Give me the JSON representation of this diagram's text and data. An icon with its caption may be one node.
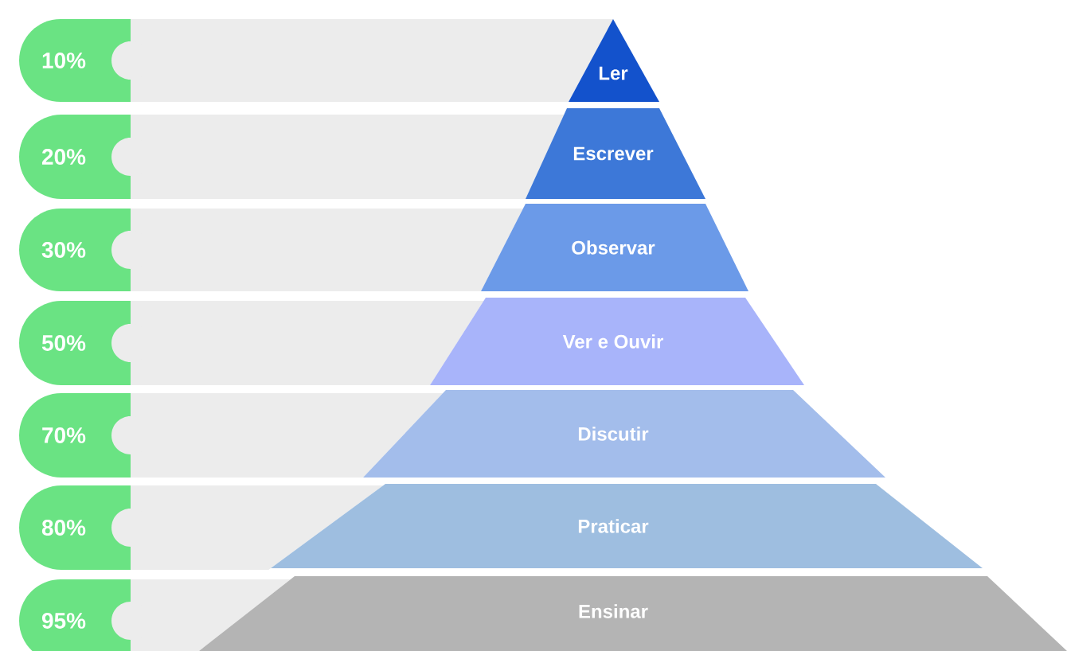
{
  "diagram": {
    "nodes": [
      {
        "text": [
          "10%"
        ]
      },
      {
        "text": [
          "Ler"
        ]
      },
      {
        "text": [
          "20%"
        ]
      },
      {
        "text": [
          "Escrever"
        ]
      },
      {
        "text": [
          "30%"
        ]
      },
      {
        "text": [
          "Observar"
        ]
      },
      {
        "text": [
          "50%"
        ]
      },
      {
        "text": [
          "Ver e Ouvir"
        ]
      },
      {
        "text": [
          "70%"
        ]
      },
      {
        "text": [
          "Discutir"
        ]
      },
      {
        "text": [
          "80%"
        ]
      },
      {
        "text": [
          "Praticar"
        ]
      },
      {
        "text": [
          "95%"
        ]
      },
      {
        "text": [
          "Ensinar"
        ]
      }
    ]
  }
}
